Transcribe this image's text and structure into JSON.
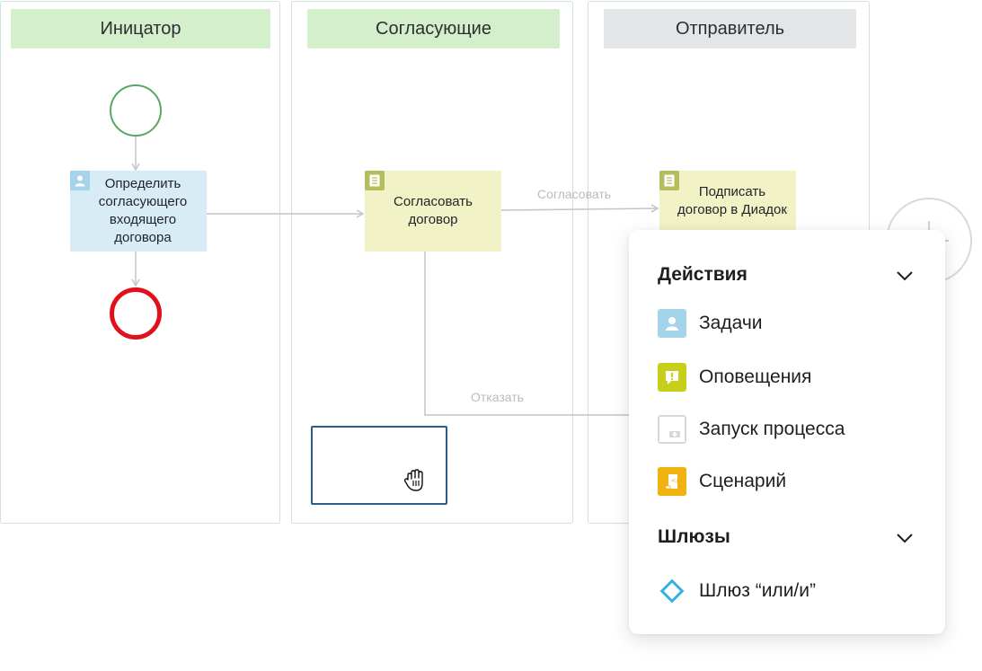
{
  "lanes": [
    {
      "title": "Иницатор"
    },
    {
      "title": "Согласующие"
    },
    {
      "title": "Отправитель"
    }
  ],
  "tasks": {
    "define": "Определить согласующего входящего договора",
    "approve": "Согласовать договор",
    "sign": "Подписать договор в Диадок"
  },
  "flow_labels": {
    "approve": "Согласовать",
    "reject": "Отказать"
  },
  "panel": {
    "actions_title": "Действия",
    "actions": [
      {
        "label": "Задачи",
        "icon": "user-icon",
        "color": "#a4d3ea"
      },
      {
        "label": "Оповещения",
        "icon": "notification-icon",
        "color": "#c7cf1b"
      },
      {
        "label": "Запуск процесса",
        "icon": "launch-process-icon",
        "color": "#d6d8da"
      },
      {
        "label": "Сценарий",
        "icon": "script-icon",
        "color": "#f0b211"
      }
    ],
    "gateways_title": "Шлюзы",
    "gateways": [
      {
        "label": "Шлюз “или/и”",
        "icon": "gateway-diamond-icon",
        "color": "#2fb3e3"
      }
    ]
  }
}
